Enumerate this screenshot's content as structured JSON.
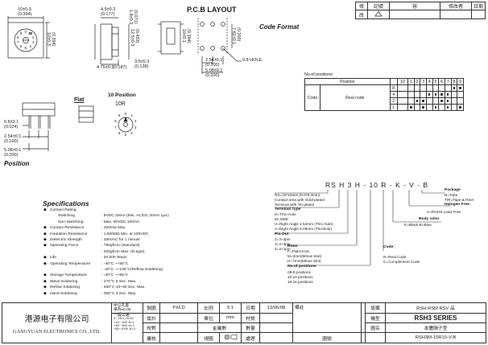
{
  "top_view": {
    "width_dim": "10±0.3",
    "width_ref": "(0.394)",
    "height_dim": "10±0.3",
    "height_ref": "(0.394)",
    "dial_numbers": [
      "0",
      "1",
      "2",
      "3",
      "4",
      "5",
      "6",
      "7",
      "8",
      "9"
    ],
    "dial_mark": "10"
  },
  "side_view": {
    "dims": [
      "4.5±0.3",
      "(0.177)",
      "(0.071)",
      "1.8±0.3",
      "12.5±0.3",
      "(0.493)",
      "3.5±0.3",
      "(0.138)",
      "4.75±0.3",
      "(0.187)"
    ]
  },
  "pcb_layout": {
    "title": "P.C.B LAYOUT",
    "dims": [
      "10±0.1",
      "(0.394)",
      "2.54±0.1",
      "(0.100)",
      "5.08±0.1",
      "(0.200)",
      "0.8 HOLE",
      "7.62±0.1",
      "(0.300)"
    ]
  },
  "code_format_title": "Code Format",
  "revision_table": {
    "headers": [
      "修",
      "記號",
      "容",
      "修改者",
      "日期"
    ],
    "row2": "改"
  },
  "code_table": {
    "no_of_positions": "No.of positions",
    "position_label": "Position",
    "position_numbers": [
      "10",
      "1",
      "2",
      "3",
      "4",
      "5",
      "6",
      "7",
      "8",
      "9"
    ],
    "code_label": "Code",
    "real_code_label": "Real code",
    "bit_values": [
      "8",
      "4",
      "2",
      "1"
    ],
    "matrix": [
      [
        false,
        false,
        false,
        false,
        false,
        false,
        false,
        false,
        true,
        true
      ],
      [
        false,
        false,
        false,
        false,
        true,
        true,
        true,
        true,
        false,
        false
      ],
      [
        false,
        false,
        true,
        true,
        false,
        false,
        true,
        true,
        false,
        false
      ],
      [
        false,
        true,
        false,
        true,
        false,
        true,
        false,
        true,
        false,
        true
      ]
    ]
  },
  "pin_view": {
    "dims": [
      "0.6±0.1",
      "(0.024)",
      "2.54±0.1",
      "(0.100)",
      "5.08±0.1",
      "(0.200)"
    ]
  },
  "flat_label": "Flat",
  "ten_position": {
    "title": "10 Position",
    "code": "10R",
    "numbers": [
      "0",
      "1",
      "2",
      "3",
      "4",
      "5",
      "6",
      "7",
      "8",
      "9"
    ]
  },
  "position_label": "Position",
  "specs": {
    "title": "Specifications",
    "rows": [
      {
        "label": "Contact Rating",
        "value": "",
        "bullet": true
      },
      {
        "label": "Switching",
        "value": ": 5VDC 20mA (Min. AC/DC 20mA 1µA)",
        "bullet": false
      },
      {
        "label": "Non-Switching",
        "value": ": Max. 50VDC 100mA",
        "bullet": false
      },
      {
        "label": "Contact Resistance",
        "value": ": 100mΩ Max.",
        "bullet": true
      },
      {
        "label": "Insulation Resistance",
        "value": ": 1,000MΩ Min. at 100VDC",
        "bullet": true
      },
      {
        "label": "Dielectric Strength",
        "value": ": 250VAC for 1 minute",
        "bullet": true
      },
      {
        "label": "Operating Force",
        "value": ": 750gf/cm (Standard)",
        "bullet": true
      },
      {
        "label": "",
        "value": ": 400gf/cm Max. (N type)",
        "bullet": false
      },
      {
        "label": "Life",
        "value": ": 20,000 Steps",
        "bullet": true
      },
      {
        "label": "Operating Temperature",
        "value": ": -40°C ~+85°C",
        "bullet": true
      },
      {
        "label": "",
        "value": ": -40°C ~+125°C(Reflow Soldering)",
        "bullet": false
      },
      {
        "label": "Storage Temperature",
        "value": ": -40°C ~+85°C",
        "bullet": true
      },
      {
        "label": "Wave Soldering",
        "value": ": 270°C 5 Sec. Max.",
        "bullet": true
      },
      {
        "label": "Reflow Soldering",
        "value": ": 260°C 10~30 Sec. Max.",
        "bullet": true
      },
      {
        "label": "Hand Soldering",
        "value": ": 350°C 3 Sec. Max.",
        "bullet": true
      }
    ]
  },
  "part_code": {
    "code": "RS H 3 H - 10 R - K - V - B",
    "desc_rs": "RS=10*10mm (9.0*9.3mm)",
    "desc_rs2": "Contact area with Gold-plated",
    "desc_rs3": "Terminal with Tin-plated",
    "terminal_type_title": "Terminal Type",
    "terminal_type": [
      "H=Thru Hole",
      "M=SMD",
      "V=Right Angle 2.54mm (Thru hole)",
      "A=Right Angle 5.08mm (Thruhole)"
    ],
    "pin_out_title": "Pin Out",
    "pin_out": [
      "2=3+2pin",
      "3=3+3pin",
      "4=4+1pin"
    ],
    "rotor_title": "Rotor",
    "rotor": [
      "F=Flat/Arrow",
      "M=3mm(Minus Slot)",
      "H=7mm(Minus Slot)"
    ],
    "no_positions_title": "No.of positions",
    "no_positions": [
      "08:8 positions",
      "10:10 positions",
      "16:16 positions"
    ],
    "code_title": "Code:",
    "code_desc": [
      "R=Real Code",
      "C=Complement Code"
    ],
    "body_color_title": "Body color",
    "body_color": "K=Black B=Blue",
    "halogen_title": "Halogen Free",
    "halogen": "V=ROHS Lead Free",
    "package_title": "Package",
    "package": [
      "B=Tube",
      "T/R=Tape & Reel"
    ]
  },
  "title_block": {
    "company_cn": "港源电子有限公司",
    "company_en": "GANGYUAN ELECTRONICS CO., LTD.",
    "unit_label": "中公孔差",
    "unit_value": "單為±0.05",
    "tol_title": "一般公差",
    "tol_lines": [
      "0~ 15.0  ±0.05",
      "+15~ 300  ±0.1",
      "+30~ 500  ±0.2",
      "+50~1000  ±0.3"
    ],
    "drawn_label": "製圖",
    "drawn_value": "P.M.D",
    "design_label": "設計",
    "check_label": "校對",
    "approve_label": "審核",
    "scale_label": "比例",
    "scale_value": "5:1",
    "unit2_label": "單位",
    "unit2_value": "mm",
    "material_label": "金屬數",
    "view_label": "視圖",
    "date_label": "日期",
    "date_value": "13/06/08",
    "remark_label": "備註",
    "weight_label": "材質",
    "qty_label": "數量",
    "surface_label": "處理",
    "series_label": "設備",
    "series_value": "RSH RSM RSV 品",
    "model_label": "機型",
    "model_value": "RSH3 SERIES",
    "name_label": "圖名",
    "name_value": "本體隔子型",
    "drawing_no_label": "圖號",
    "drawing_no_value": "RSH3M-10R10-V-B"
  }
}
